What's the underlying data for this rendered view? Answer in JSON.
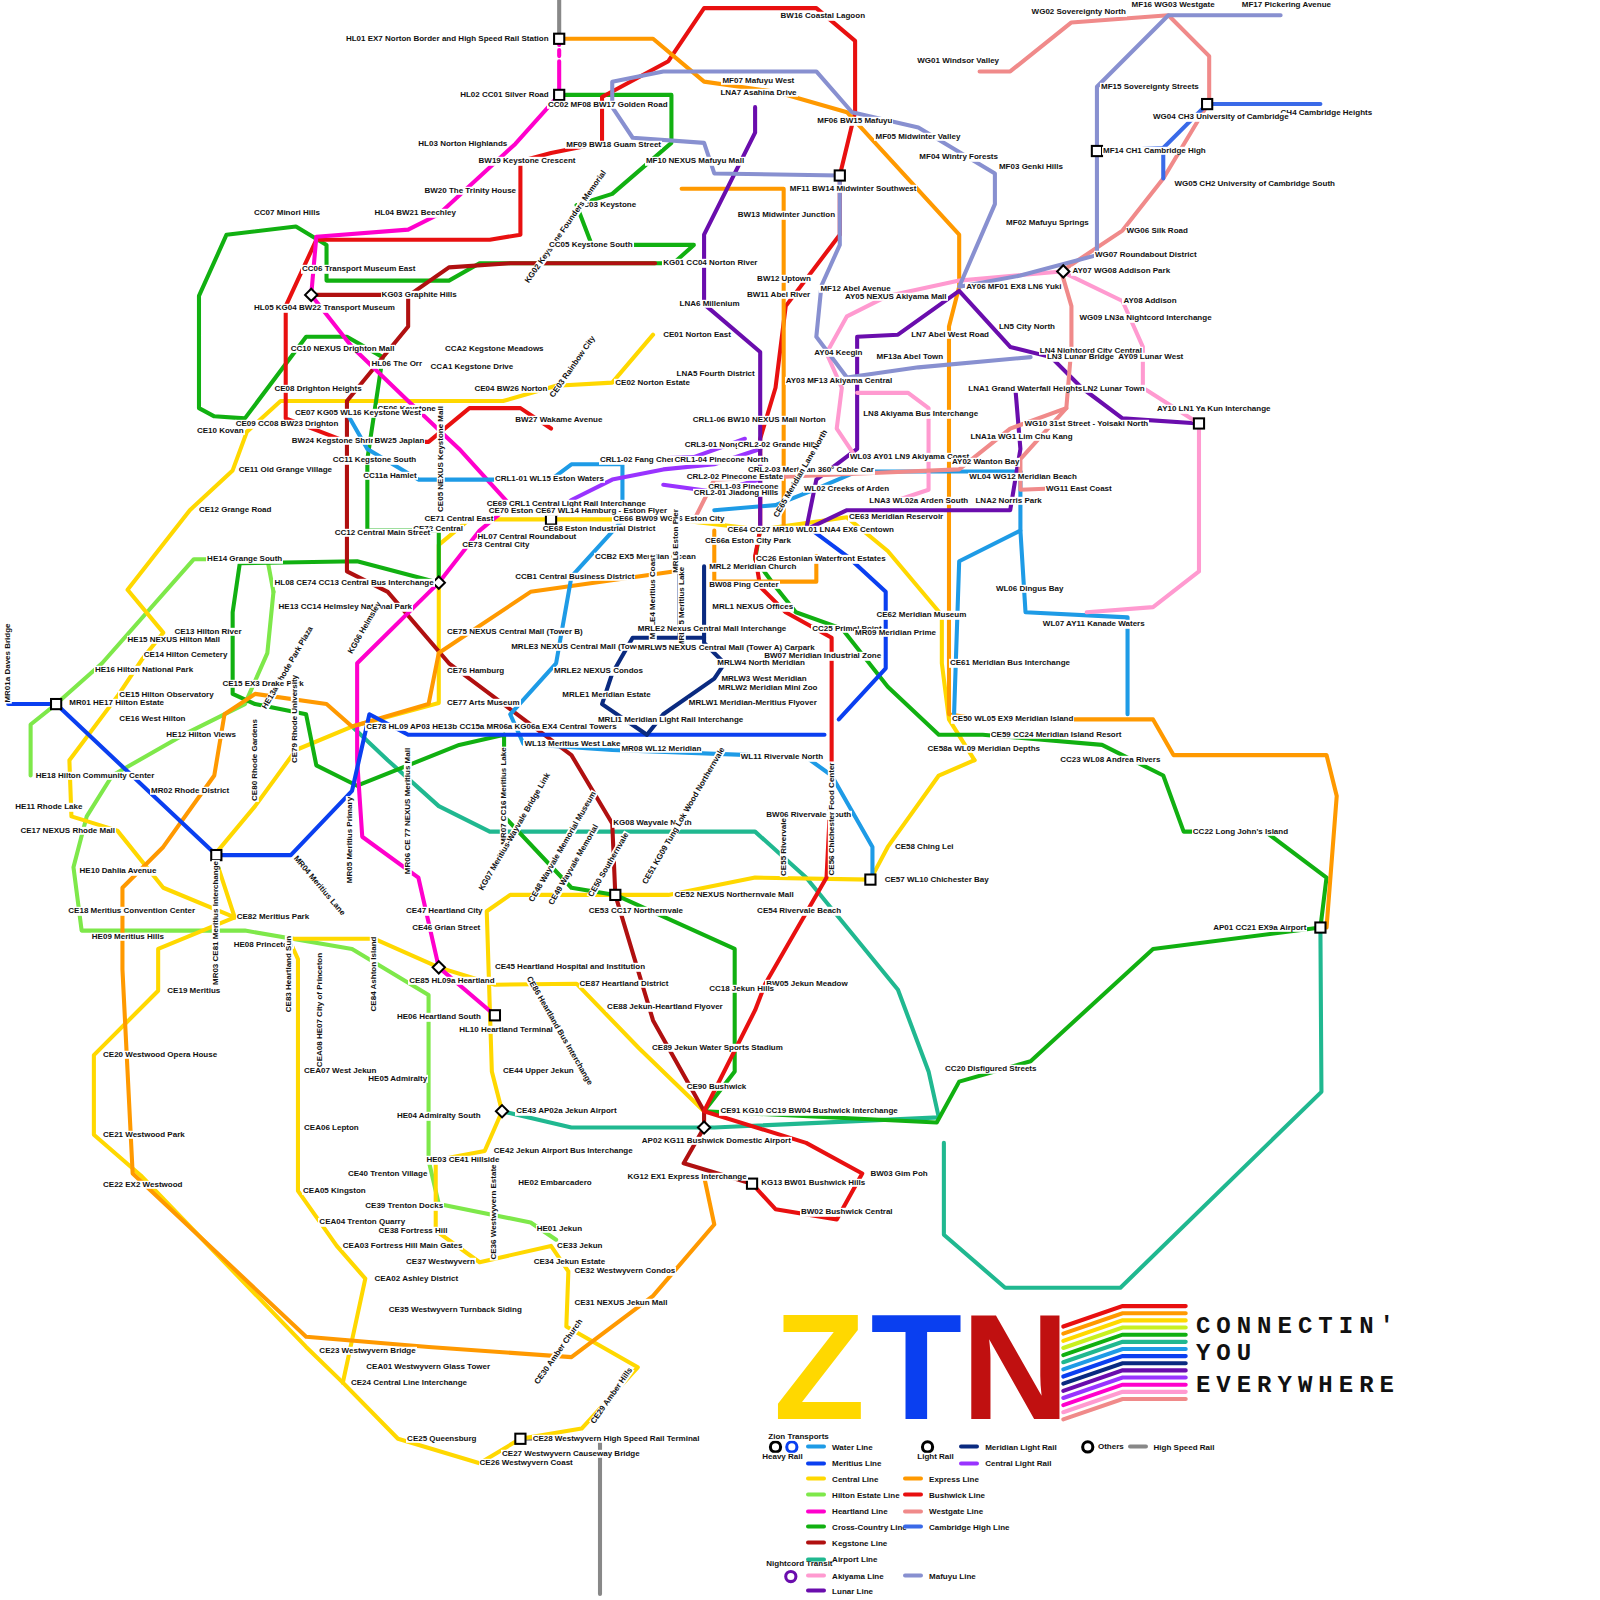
{
  "diagram": {
    "labels": [
      "HL01 EX7 Norton Border and High Speed Rail Station",
      "BW16 Coastal Lagoon",
      "WG02 Sovereignty North",
      "MF16 WG03 Westgate",
      "MF17 Pickering Avenue",
      "WG01 Windsor Valley",
      "MF07 Mafuyu West",
      "LNA7 Asahina Drive",
      "HL02 CC01 Silver Road",
      "CC02 MF08 BW17 Golden Road",
      "MF15 Sovereignty Streets",
      "CH4 Cambridge Heights",
      "WG04 CH3 University of Cambridge",
      "MF06 BW15 Mafuyu",
      "MF05 Midwinter Valley",
      "HL03 Norton Highlands",
      "MF09 BW18 Guam Street",
      "MF14 CH1 Cambridge High",
      "BW19 Keystone Crescent",
      "MF10 NEXUS Mafuyu Mall",
      "MF04 Wintry Forests",
      "MF03 Genki Hills",
      "WG05 CH2 University of Cambridge South",
      "MF11 BW14 Midwinter Southwest",
      "BW20 The Trinity House",
      "CC03 Keystone",
      "CC07 Minori Hills",
      "HL04 BW21 Beechley",
      "BW13 Midwinter Junction",
      "MF02 Mafuyu Springs",
      "WG06 Silk Road",
      "KG02 Keystone Founders Memorial",
      "CC05 Keystone South",
      "WG07 Roundabout District",
      "KG01 CC04 Norton River",
      "CC06 Transport Museum East",
      "BW12 Uptown",
      "AY07 WG08 Addison Park",
      "MF12 Abel Avenue",
      "AY06 MF01 EX8 LN6 Yuki",
      "KG03 Graphite Hills",
      "BW11 Abel River",
      "AY05 NEXUS Akiyama Mall",
      "HL05 KG04 BW22 Transport Museum",
      "LNA6 Millenium",
      "AY08 Addison",
      "WG09 LN3a Nightcord Interchange",
      "LN5 City North",
      "LN7 Abel West Road",
      "CE01 Norton East",
      "CC10 NEXUS Drighton Mall",
      "CCA2 Kegstone Meadows",
      "LN4 Nightcord City Central",
      "AY04 Keegin",
      "LN3 Lunar Bridge",
      "AY09 Lunar West",
      "MF13a Abel Town",
      "HL06 The Orr",
      "CCA1 Kegstone Drive",
      "CE03 Rainbow City",
      "LNA5 Fourth District",
      "AY03 MF13 Akiyama Central",
      "CE02 Norton Estate",
      "LNA1 Grand Waterfall Heights",
      "LN2 Lunar Town",
      "CE08 Drighton Heights",
      "CE04 BW26 Norton",
      "CE06 Keystone",
      "CE07 KG05 WL16 Keystone West",
      "AY10 LN1 Ya Kun Interchange",
      "LN8 Akiyama Bus Interchange",
      "BW27 Wakame Avenue",
      "CRL1-06 BW10 NEXUS Mall Norton",
      "CE09 CC08 BW23 Drighton",
      "CE10 Kovan",
      "WG10 31st Street - Yoisaki North",
      "LNA1a WG1 Lim Chu Kang",
      "BW24 Kegstone Shrine",
      "BW25 Japlan",
      "CE05 NEXUS Keystone Mall",
      "CRL3-01 Nong Ping",
      "CRL2-02 Grande Hills",
      "CC11 Kegstone South",
      "CRL1-02 Fang Cheng",
      "CRL1-04 Pinecone North",
      "WL03 AY01 LN9 Akiyama Coast",
      "AY02 Wanton Bay",
      "CRL2-03 Meridian 360° Cable Car",
      "CC11a Hamlet",
      "CRL2-02 Pinecone Estate",
      "CRL1-01 WL15 Eston Waters",
      "WL04 WG12 Meridian Beach",
      "CE65 Meridian Lane North",
      "CRL1-03 Pinecone",
      "WL02 Creeks of Arden",
      "WG11 East Coast",
      "CRL2-01 Jiadong Hills",
      "CE69 CRL1 Central Light Rail Interchange",
      "CE70 Eston CE67 WL14 Hamburg - Eston Flyer",
      "LNA3 WL02a Arden South",
      "LNA2 Norris Park",
      "CE71 Central East",
      "CE66 BW09 WG16 Eston City",
      "CE63 Meridian Reservoir",
      "CE68 Eston Industrial District",
      "CE72 Central",
      "CE64 CC27 MR10 WL01 LNA4 EX6 Centown",
      "CC12 Central Main Street",
      "HL07 Central Roundabout",
      "CE66a Eston City Park",
      "CE73 Central City",
      "CCB2 EX5 Meridian Ocean",
      "CC26 Estonian Waterfront Estates",
      "MRL6 Eston Pier",
      "HE14 Grange South",
      "MRL2 Meridian Church",
      "CCB1 Central Business District",
      "HL08 CE74 CC13 Central Bus Interchange",
      "BW08 Ping Center",
      "MRLE4 Meritius Coast",
      "MRLE5 Meritius Lake",
      "HE13 CC14 Helmsley National Park",
      "MRL1 NEXUS Offices",
      "CE62 Meridian Museum",
      "WL06 Dingus Bay",
      "WL07 AY11 Kanade Waters",
      "CC25 Primal Point",
      "MR09 Meridian Prime",
      "CE13 Hilton River",
      "HE15 NEXUS Hilton Mall",
      "CE75 NEXUS Central Mall (Tower B)",
      "MRLE2 Nexus Central Mall Interchange",
      "KG06 Helmsley",
      "HE13a Rhode Park Plaza",
      "CE14 Hilton Cemetery",
      "MRLE3 NEXUS Central Mall (Tower A)",
      "MRLW5 NEXUS Central Mall (Tower A) Carpark",
      "BW07 Meridian Industrial Zone",
      "HE16 Hilton National Park",
      "MRLW4 North Meridian",
      "CE61 Meridian Bus Interchange",
      "CE76 Hamburg",
      "MRLE2 NEXUS Condos",
      "MRLW3 West Meridian",
      "CE15 EX3 Drake Park",
      "MRLW2 Meridian Mini Zoo",
      "CE15 Hilton Observatory",
      "MR01 HE17 Hilton Estate",
      "MRLE1 Meridian Estate",
      "MRLW1 Meridian-Meritius Flyover",
      "CE77 Arts Museum",
      "MR01a Daves Bridge",
      "CE16 West Hilton",
      "CE50 WL05 EX9 Meridian Island",
      "MRLI1 Meridian Light Rail Interchange",
      "CE78 HL09 AP03 HE13b CC15a MR06a KG06a EX4 Central Towers",
      "CE79 Rhode University",
      "HE12 Hilton Views",
      "CE59 CC24 Meridian Island Resort",
      "WL13 Meritius West Lake",
      "MR08 WL12 Meridian",
      "CE58a WL09 Meridian Depths",
      "WL11 Rivervale North",
      "CC23 WL08 Andrea Rivers",
      "CE80 Rhode Gardens",
      "HE18 Hilton Community Center",
      "MR02 Rhode District",
      "HE11 Rhode Lake",
      "MR06 CE 77 NEXUS Meritius Mall",
      "MR07 CC16 Meritius Lake",
      "MR05 Meritius Primary",
      "BW06 Rivervale South",
      "KG08 Wayvale North",
      "CE17 NEXUS Rhode Mall",
      "CC22 Long John's Island",
      "KG07 Meritius-Wayvale Bridge Link",
      "CE48 Wayvale Memorial Museum",
      "CE49 Wayvale Memorial",
      "CE50 Southernvale",
      "CE51 KG09 Tung Lok Wood Northernvale",
      "CE56 Chichester Food Center",
      "CE55 Rivervale",
      "CE58 Ching Lei",
      "HE10 Dahlia Avenue",
      "CE57 WL10 Chichester Bay",
      "MR04 Meritius Lane",
      "MR03 CE81 Meritius Interchange",
      "CE52 NEXUS Northernvale Mall",
      "CE47 Heartland City",
      "CE53 CC17 Northernvale",
      "CE54 Rivervale Beach",
      "CE18 Meritius Convention Center",
      "CE82 Meritius Park",
      "CE46 Grian Street",
      "AP01 CC21 EX9a Airport",
      "HE09 Meritius Hills",
      "HE08 Princeton",
      "CE83 Heartland Sun",
      "CEA08 HE07 City of Princeton",
      "CE84 Ashton Island",
      "CE45 Heartland Hospital and Institution",
      "CE85 HL09a Heartland",
      "CE87 Heartland District",
      "BW05 Jekun Meadow",
      "CC18 Jekun Hills",
      "CE19 Meritius",
      "CE86 Heartland Bus Interchange",
      "CE88 Jekun-Heartland Flyover",
      "HE06 Heartland South",
      "HL10 Heartland Terminal",
      "CE89 Jekun Water Sports Stadium",
      "CE20 Westwood Opera House",
      "CC20 Disfigured Streets",
      "CEA07 West Jekun",
      "CE44 Upper Jekun",
      "HE05 Admiralty",
      "CE90 Bushwick",
      "CE43 AP02a Jekun Airport",
      "CE91 KG10 CC19 BW04 Bushwick Interchange",
      "HE04 Admiralty South",
      "CEA06 Lepton",
      "CE21 Westwood Park",
      "AP02 KG11 Bushwick Domestic Airport",
      "CE42 Jekun Airport Bus Interchange",
      "HE03 CE41 Hillside",
      "CE40 Trenton Village",
      "BW03 Gim Poh",
      "KG12 EX1 Express Interchange",
      "KG13 BW01 Bushwick Hills",
      "HE02 Embarcadero",
      "CE22 EX2 Westwood",
      "CEA05 Kingston",
      "CE39 Trenton Docks",
      "CE36 Westwyvern Estate",
      "BW02 Bushwick Central",
      "CEA04 Trenton Quarry",
      "HE01 Jekun",
      "CE38 Fortress Hill",
      "CEA03 Fortress Hill Main Gates",
      "CE33 Jekun",
      "CE37 Westwyvern",
      "CE34 Jekun Estate",
      "CE32 Westwyvern Condos",
      "CEA02 Ashley District",
      "CE31 NEXUS Jekun Mall",
      "CE35 Westwyvern Turnback Siding",
      "CE30 Amber Church",
      "CE23 Westwyvern Bridge",
      "CEA01 Westwyvern Glass Tower",
      "CE24 Central Line Interchange",
      "CE29 Amber Hills",
      "CE25 Queensburg",
      "CE28 Westwyvern High Speed Rail Terminal",
      "CE27 Westwyvern Causeway Bridge",
      "CE26 Westwyvern Coast",
      "CE11 Old Grange Village",
      "CE12 Grange Road",
      "Z",
      "T",
      "N",
      "CONNECTIN'",
      "YOU",
      "EVERYWHERE",
      "Zion Transports",
      "Heavy Rail",
      "Light Rail",
      "Others",
      "Nightcord Transit"
    ],
    "legend": [
      {
        "text": "Water Line",
        "color": "#1e9be6"
      },
      {
        "text": "Meritius Line",
        "color": "#0a3ff0"
      },
      {
        "text": "Central Line",
        "color": "#ffd800"
      },
      {
        "text": "Hilton Estate Line",
        "color": "#7ee84a"
      },
      {
        "text": "Heartland Line",
        "color": "#ff00cc"
      },
      {
        "text": "Cross-Country Line",
        "color": "#11b011"
      },
      {
        "text": "Kegstone Line",
        "color": "#b01010"
      },
      {
        "text": "Airport Line",
        "color": "#20b890"
      },
      {
        "text": "Akiyama Line",
        "color": "#ff9ad0"
      },
      {
        "text": "Lunar Line",
        "color": "#6a0dad"
      },
      {
        "text": "Meridian Light Rail",
        "color": "#0a2a80"
      },
      {
        "text": "Central Light Rail",
        "color": "#9933ff"
      },
      {
        "text": "Express Line",
        "color": "#ff9900"
      },
      {
        "text": "Bushwick Line",
        "color": "#e81010"
      },
      {
        "text": "Westgate Line",
        "color": "#f08a8a"
      },
      {
        "text": "Cambridge High Line",
        "color": "#3a6ae8"
      },
      {
        "text": "Mafuyu Line",
        "color": "#8890d0"
      },
      {
        "text": "High Speed Rail",
        "color": "#888888"
      }
    ]
  }
}
